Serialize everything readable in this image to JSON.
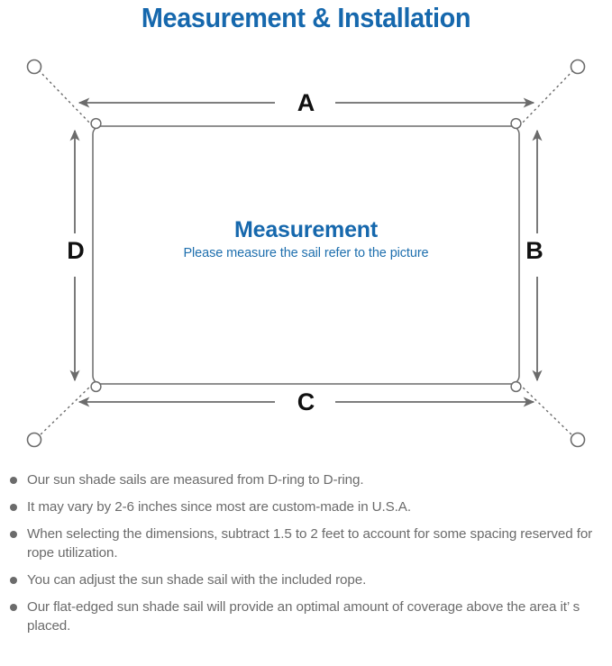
{
  "title": "Measurement & Installation",
  "colors": {
    "title_blue": "#1668ad",
    "center_blue": "#1e6fae",
    "line_gray": "#6b6b6b",
    "text_gray": "#6b6b6b",
    "letter_black": "#111111"
  },
  "diagram": {
    "center_title": "Measurement",
    "center_subtitle": "Please measure the sail refer to the picture",
    "dimensions": {
      "top": "A",
      "right": "B",
      "bottom": "C",
      "left": "D"
    },
    "anchor_count": 4,
    "dring_count": 4,
    "shape": "rectangle-sun-shade-sail"
  },
  "notes": [
    "Our sun shade sails are measured from D-ring to D-ring.",
    "It may vary by 2-6 inches since most are custom-made in U.S.A.",
    "When selecting the dimensions, subtract 1.5 to 2 feet to account for some spacing reserved for rope utilization.",
    "You can adjust the sun shade sail with the included rope.",
    "Our flat-edged sun shade sail will provide an optimal amount of coverage above the area it’ s placed."
  ]
}
